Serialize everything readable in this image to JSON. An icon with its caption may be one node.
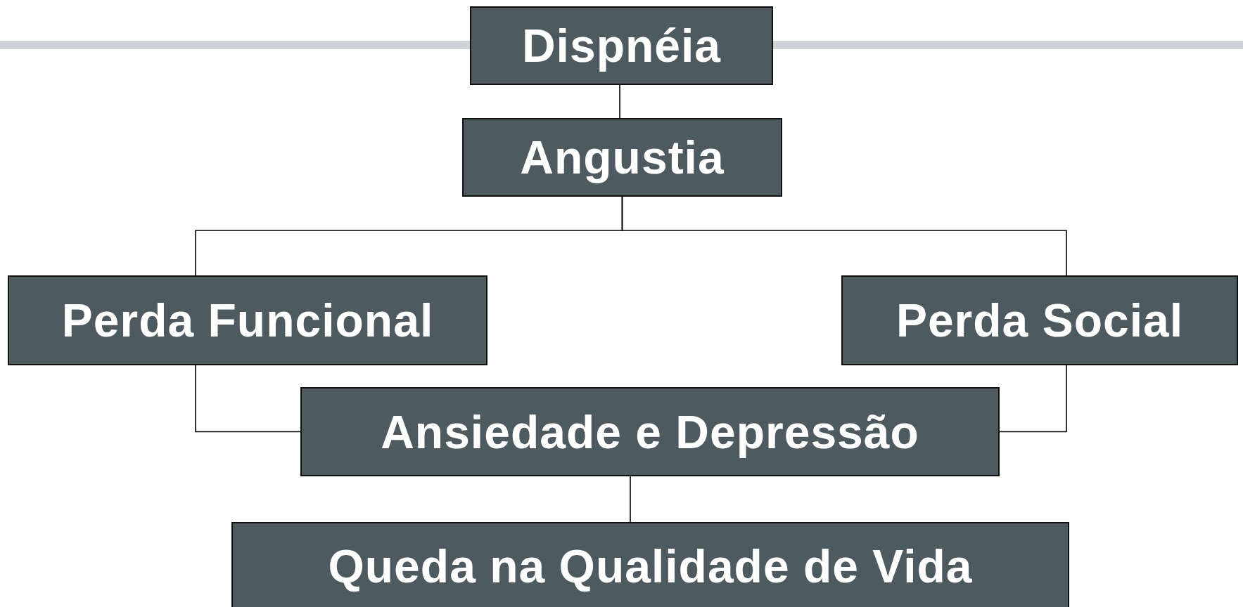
{
  "diagram": {
    "nodes": [
      {
        "text": [
          "Dispnéia"
        ]
      },
      {
        "text": [
          "Angustia"
        ]
      },
      {
        "text": [
          "Perda Funcional"
        ]
      },
      {
        "text": [
          "Perda Social"
        ]
      },
      {
        "text": [
          "Ansiedade e Depressão"
        ]
      },
      {
        "text": [
          "Queda na Qualidade de Vida"
        ]
      }
    ],
    "edges": [
      {
        "from": 0,
        "to": 1,
        "arrow": "none"
      },
      {
        "from": 1,
        "to": 2,
        "arrow": "none"
      },
      {
        "from": 1,
        "to": 3,
        "arrow": "none"
      },
      {
        "from": 2,
        "to": 4,
        "arrow": "none"
      },
      {
        "from": 3,
        "to": 4,
        "arrow": "none"
      },
      {
        "from": 4,
        "to": 5,
        "arrow": "none"
      }
    ]
  }
}
